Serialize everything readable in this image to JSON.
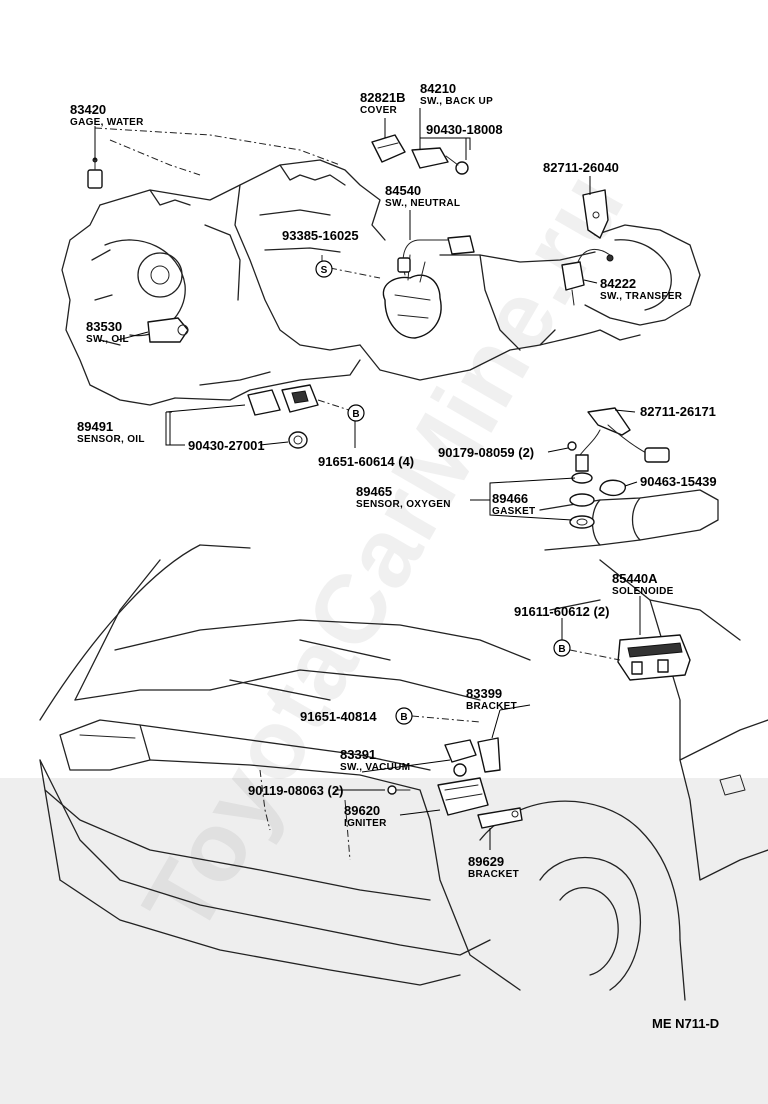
{
  "watermark": "ToyotaCarMine.ru",
  "diagram_code": "ME N711-D",
  "callouts": [
    {
      "id": "83420",
      "part_no": "83420",
      "desc": "GAGE, WATER"
    },
    {
      "id": "82821B",
      "part_no": "82821B",
      "desc": "COVER"
    },
    {
      "id": "84210",
      "part_no": "84210",
      "desc": "SW., BACK UP"
    },
    {
      "id": "90430-18008",
      "part_no": "90430-18008",
      "desc": ""
    },
    {
      "id": "82711-26040",
      "part_no": "82711-26040",
      "desc": ""
    },
    {
      "id": "84540",
      "part_no": "84540",
      "desc": "SW., NEUTRAL"
    },
    {
      "id": "93385-16025",
      "part_no": "93385-16025",
      "desc": ""
    },
    {
      "id": "84222",
      "part_no": "84222",
      "desc": "SW., TRANSFER"
    },
    {
      "id": "83530",
      "part_no": "83530",
      "desc": "SW., OIL"
    },
    {
      "id": "89491",
      "part_no": "89491",
      "desc": "SENSOR, OIL"
    },
    {
      "id": "90430-27001",
      "part_no": "90430-27001",
      "desc": ""
    },
    {
      "id": "91651-60614",
      "part_no": "91651-60614 (4)",
      "desc": ""
    },
    {
      "id": "82711-26171",
      "part_no": "82711-26171",
      "desc": ""
    },
    {
      "id": "90179-08059",
      "part_no": "90179-08059 (2)",
      "desc": ""
    },
    {
      "id": "89465",
      "part_no": "89465",
      "desc": "SENSOR, OXYGEN"
    },
    {
      "id": "89466",
      "part_no": "89466",
      "desc": "GASKET"
    },
    {
      "id": "90463-15439",
      "part_no": "90463-15439",
      "desc": ""
    },
    {
      "id": "85440A",
      "part_no": "85440A",
      "desc": "SOLENOIDE"
    },
    {
      "id": "91611-60612",
      "part_no": "91611-60612 (2)",
      "desc": ""
    },
    {
      "id": "83399",
      "part_no": "83399",
      "desc": "BRACKET"
    },
    {
      "id": "91651-40814",
      "part_no": "91651-40814",
      "desc": ""
    },
    {
      "id": "83391",
      "part_no": "83391",
      "desc": "SW., VACUUM"
    },
    {
      "id": "90119-08063",
      "part_no": "90119-08063 (2)",
      "desc": ""
    },
    {
      "id": "89620",
      "part_no": "89620",
      "desc": "IGNITER"
    },
    {
      "id": "89629",
      "part_no": "89629",
      "desc": "BRACKET"
    }
  ],
  "badges": [
    {
      "id": "s-93385",
      "symbol": "S"
    },
    {
      "id": "b-91651-60614",
      "symbol": "B"
    },
    {
      "id": "b-91611-60612",
      "symbol": "B"
    },
    {
      "id": "b-91651-40814",
      "symbol": "B"
    }
  ]
}
